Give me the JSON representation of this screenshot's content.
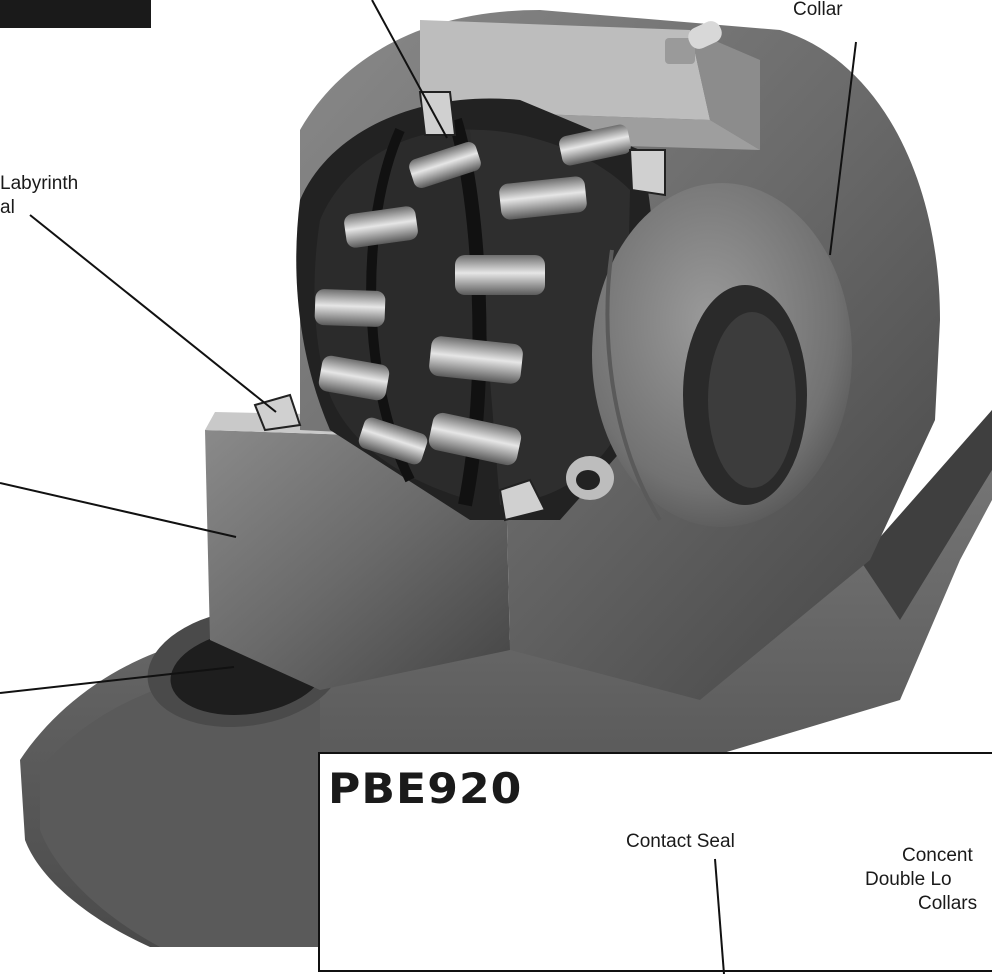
{
  "callouts": {
    "collar_top": "Collar",
    "labyrinth_line1": "Labyrinth",
    "labyrinth_line2": "al"
  },
  "inset": {
    "model": "PBE920",
    "contact_seal": "Contact Seal",
    "concentric_line1": "Concent",
    "concentric_line2": "Double Lo",
    "concentric_line3": "Collars"
  },
  "colors": {
    "housing": "#6b6b6b",
    "housing_light": "#8e8e8e",
    "housing_dark": "#3f3f3f",
    "steel": "#c8c8c8",
    "background": "#ffffff",
    "label_text": "#1a1a1a"
  }
}
